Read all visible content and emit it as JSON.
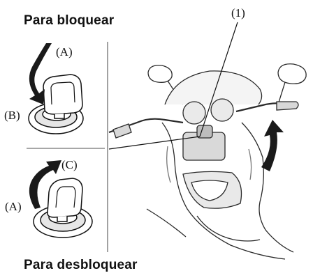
{
  "headings": {
    "lock": "Para bloquear",
    "unlock": "Para desbloquear"
  },
  "callouts": {
    "a_top": "(A)",
    "b": "(B)",
    "c": "(C)",
    "a_bottom": "(A)",
    "item_1": "(1)"
  },
  "colors": {
    "ink": "#111111",
    "arrow_fill": "#1a1a1a",
    "divider": "#8a8a8a",
    "shade": "#cfcfcf",
    "paper": "#ffffff"
  },
  "icons": {
    "rotate_lock": "curved-arrow-clockwise",
    "rotate_unlock": "curved-arrow-counterclockwise",
    "steer": "curved-arrow-up"
  }
}
